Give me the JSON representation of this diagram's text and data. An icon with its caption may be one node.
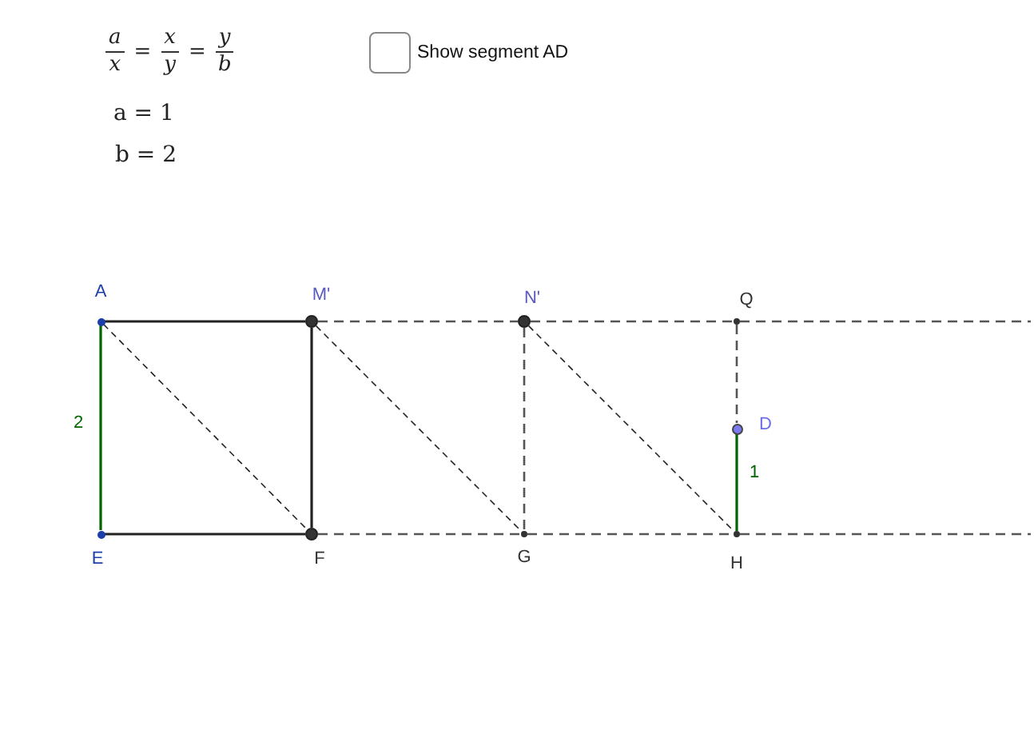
{
  "diagram": {
    "nodes": [
      {
        "text": [],
        "shape": "circle",
        "beside": [
          "A"
        ]
      },
      {
        "text": [],
        "shape": "circle",
        "beside": [
          "M'"
        ]
      },
      {
        "text": [],
        "shape": "circle",
        "beside": [
          "N'"
        ]
      },
      {
        "text": [],
        "shape": "circle",
        "beside": [
          "Q"
        ]
      },
      {
        "text": [],
        "shape": "circle",
        "beside": [
          "D"
        ]
      },
      {
        "text": [],
        "shape": "circle",
        "beside": [
          "E"
        ]
      },
      {
        "text": [],
        "shape": "circle",
        "beside": [
          "F"
        ]
      },
      {
        "text": [],
        "shape": "circle",
        "beside": [
          "G"
        ]
      },
      {
        "text": [],
        "shape": "circle",
        "beside": [
          "H"
        ]
      }
    ],
    "edges": [
      {
        "from": 0,
        "to": 1,
        "arrow": "none"
      },
      {
        "from": 1,
        "to": 2,
        "arrow": "none",
        "style": "dashed"
      },
      {
        "from": 2,
        "to": 3,
        "arrow": "none",
        "style": "dashed"
      },
      {
        "from": 3,
        "to": null,
        "arrow": "none",
        "style": "dashed"
      },
      {
        "from": 5,
        "to": 6,
        "arrow": "none"
      },
      {
        "from": 6,
        "to": 7,
        "arrow": "none",
        "style": "dashed"
      },
      {
        "from": 7,
        "to": 8,
        "arrow": "none",
        "style": "dashed"
      },
      {
        "from": 8,
        "to": null,
        "arrow": "none",
        "style": "dashed"
      },
      {
        "from": 0,
        "to": 5,
        "arrow": "none",
        "label": "2",
        "color": "#006400"
      },
      {
        "from": 1,
        "to": 6,
        "arrow": "none"
      },
      {
        "from": 2,
        "to": 7,
        "arrow": "none",
        "style": "dashed"
      },
      {
        "from": 3,
        "to": 4,
        "arrow": "none",
        "style": "dashed"
      },
      {
        "from": 4,
        "to": 8,
        "arrow": "none",
        "label": "1",
        "color": "#006400"
      },
      {
        "from": 0,
        "to": 6,
        "arrow": "none",
        "style": "dashed"
      },
      {
        "from": 1,
        "to": 7,
        "arrow": "none",
        "style": "dashed"
      },
      {
        "from": 2,
        "to": 8,
        "arrow": "none",
        "style": "dashed"
      }
    ],
    "labels": [
      "a",
      "x",
      "=",
      "x",
      "y",
      "=",
      "y",
      "b",
      "a = 1",
      "b = 2",
      "Show segment AD"
    ]
  }
}
